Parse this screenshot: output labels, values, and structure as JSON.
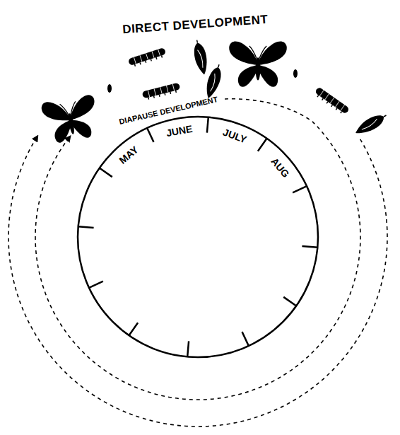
{
  "diagram": {
    "labels": [
      "DIRECT DEVELOPMENT",
      "DIAPAUSE DEVELOPMENT",
      "MAY",
      "JUNE",
      "JULY",
      "AUG"
    ]
  }
}
